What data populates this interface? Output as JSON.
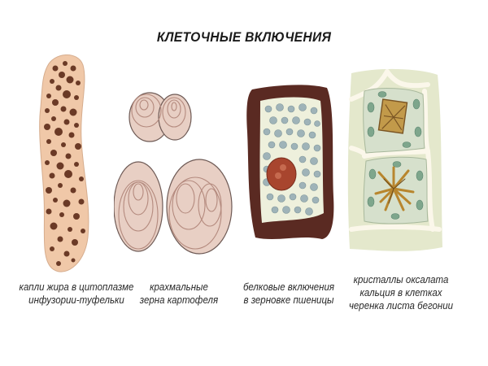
{
  "title": "КЛЕТОЧНЫЕ ВКЛЮЧЕНИЯ",
  "panels": [
    {
      "id": "fat-droplets",
      "caption_lines": [
        "капли жира в цитоплазме",
        "инфузории-туфельки"
      ]
    },
    {
      "id": "starch-grains",
      "caption_lines": [
        "крахмальные",
        "зерна картофеля"
      ]
    },
    {
      "id": "protein-inclusions",
      "caption_lines": [
        "белковые включения",
        "в зерновке пшеницы"
      ]
    },
    {
      "id": "oxalate-crystals",
      "caption_lines": [
        "кристаллы оксалата",
        "кальция в клетках",
        "черенка листа бегонии"
      ]
    }
  ],
  "colors": {
    "paramecium_body": "#f0c8a8",
    "fat_drop": "#6b3a26",
    "starch_fill": "#e8cfc4",
    "starch_ring": "#b48a7e",
    "wheat_wall": "#5a2a22",
    "wheat_fill": "#eef0dc",
    "protein_grain": "#9fb3b8",
    "nucleus": "#a8452e",
    "begonia_fill": "#e4e8cc",
    "begonia_wall": "#fbf7ea",
    "chloroplast": "#7ea68c",
    "crystal": "#b8862e"
  }
}
